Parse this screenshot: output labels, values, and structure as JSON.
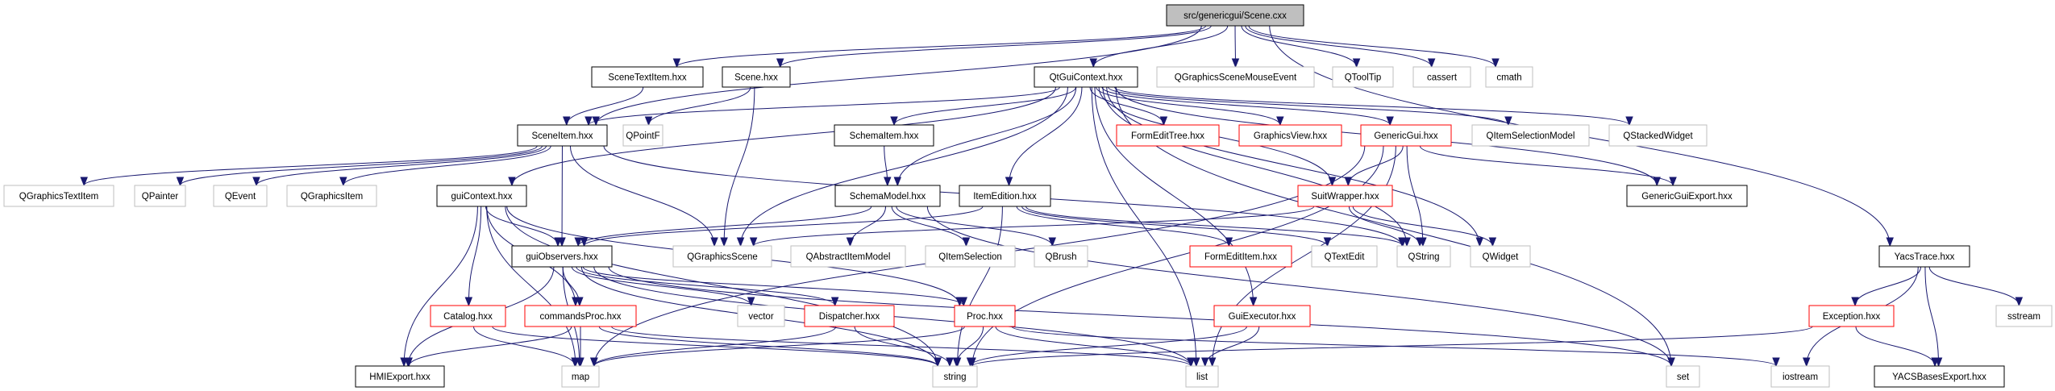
{
  "title": "src/genericgui/Scene.cxx include dependency graph",
  "colors": {
    "edge": "#191970",
    "root_fill": "#bfbfbf",
    "documented_border": "#000000",
    "undocumented_border": "#ff0000",
    "external_border": "#bfbfbf"
  },
  "nodes": [
    {
      "id": "scene_cxx",
      "label": "src/genericgui/Scene.cxx",
      "kind": "root"
    },
    {
      "id": "scenetextitem",
      "label": "SceneTextItem.hxx",
      "kind": "doc"
    },
    {
      "id": "scene_hxx",
      "label": "Scene.hxx",
      "kind": "doc"
    },
    {
      "id": "qtguicontext",
      "label": "QtGuiContext.hxx",
      "kind": "doc"
    },
    {
      "id": "qgsmouseevent",
      "label": "QGraphicsSceneMouseEvent",
      "kind": "ext"
    },
    {
      "id": "qtooltip",
      "label": "QToolTip",
      "kind": "ext"
    },
    {
      "id": "cassert",
      "label": "cassert",
      "kind": "ext"
    },
    {
      "id": "cmath",
      "label": "cmath",
      "kind": "ext"
    },
    {
      "id": "sceneitem",
      "label": "SceneItem.hxx",
      "kind": "doc"
    },
    {
      "id": "qpointf",
      "label": "QPointF",
      "kind": "ext"
    },
    {
      "id": "schemaitem",
      "label": "SchemaItem.hxx",
      "kind": "doc"
    },
    {
      "id": "formedittree",
      "label": "FormEditTree.hxx",
      "kind": "undoc"
    },
    {
      "id": "graphicsview",
      "label": "GraphicsView.hxx",
      "kind": "undoc"
    },
    {
      "id": "genericgui",
      "label": "GenericGui.hxx",
      "kind": "undoc"
    },
    {
      "id": "qitemselectionmodel",
      "label": "QItemSelectionModel",
      "kind": "ext"
    },
    {
      "id": "qstackedwidget",
      "label": "QStackedWidget",
      "kind": "ext"
    },
    {
      "id": "qgraphicstextitem",
      "label": "QGraphicsTextItem",
      "kind": "ext"
    },
    {
      "id": "qpainter",
      "label": "QPainter",
      "kind": "ext"
    },
    {
      "id": "qevent",
      "label": "QEvent",
      "kind": "ext"
    },
    {
      "id": "qgraphicsitem",
      "label": "QGraphicsItem",
      "kind": "ext"
    },
    {
      "id": "guicontext",
      "label": "guiContext.hxx",
      "kind": "doc"
    },
    {
      "id": "schemamodel",
      "label": "SchemaModel.hxx",
      "kind": "doc"
    },
    {
      "id": "itemedition",
      "label": "ItemEdition.hxx",
      "kind": "doc"
    },
    {
      "id": "suitwrapper",
      "label": "SuitWrapper.hxx",
      "kind": "undoc"
    },
    {
      "id": "genericguiexport",
      "label": "GenericGuiExport.hxx",
      "kind": "doc"
    },
    {
      "id": "guiobservers",
      "label": "guiObservers.hxx",
      "kind": "doc"
    },
    {
      "id": "qgraphicsscene",
      "label": "QGraphicsScene",
      "kind": "ext"
    },
    {
      "id": "qabstractitemmodel",
      "label": "QAbstractItemModel",
      "kind": "ext"
    },
    {
      "id": "qitemselection",
      "label": "QItemSelection",
      "kind": "ext"
    },
    {
      "id": "qbrush",
      "label": "QBrush",
      "kind": "ext"
    },
    {
      "id": "formedititem",
      "label": "FormEditItem.hxx",
      "kind": "undoc"
    },
    {
      "id": "qtextedit",
      "label": "QTextEdit",
      "kind": "ext"
    },
    {
      "id": "qstring",
      "label": "QString",
      "kind": "ext"
    },
    {
      "id": "qwidget",
      "label": "QWidget",
      "kind": "ext"
    },
    {
      "id": "yacstrace",
      "label": "YacsTrace.hxx",
      "kind": "doc"
    },
    {
      "id": "catalog",
      "label": "Catalog.hxx",
      "kind": "undoc"
    },
    {
      "id": "commandsproc",
      "label": "commandsProc.hxx",
      "kind": "undoc"
    },
    {
      "id": "vector",
      "label": "vector",
      "kind": "ext"
    },
    {
      "id": "dispatcher",
      "label": "Dispatcher.hxx",
      "kind": "undoc"
    },
    {
      "id": "proc",
      "label": "Proc.hxx",
      "kind": "undoc"
    },
    {
      "id": "guiexecutor",
      "label": "GuiExecutor.hxx",
      "kind": "undoc"
    },
    {
      "id": "exception",
      "label": "Exception.hxx",
      "kind": "undoc"
    },
    {
      "id": "sstream",
      "label": "sstream",
      "kind": "ext"
    },
    {
      "id": "hmiexport",
      "label": "HMIExport.hxx",
      "kind": "doc"
    },
    {
      "id": "map",
      "label": "map",
      "kind": "ext"
    },
    {
      "id": "string",
      "label": "string",
      "kind": "ext"
    },
    {
      "id": "list",
      "label": "list",
      "kind": "ext"
    },
    {
      "id": "set",
      "label": "set",
      "kind": "ext"
    },
    {
      "id": "iostream",
      "label": "iostream",
      "kind": "ext"
    },
    {
      "id": "yacsbasesexport",
      "label": "YACSBasesExport.hxx",
      "kind": "doc"
    }
  ],
  "edges": [
    [
      "scene_cxx",
      "sceneitem"
    ],
    [
      "scene_cxx",
      "scenetextitem"
    ],
    [
      "scene_cxx",
      "scene_hxx"
    ],
    [
      "scene_cxx",
      "qtguicontext"
    ],
    [
      "scene_cxx",
      "qgsmouseevent"
    ],
    [
      "scene_cxx",
      "qtooltip"
    ],
    [
      "scene_cxx",
      "cassert"
    ],
    [
      "scene_cxx",
      "cmath"
    ],
    [
      "scene_cxx",
      "yacstrace"
    ],
    [
      "scenetextitem",
      "sceneitem"
    ],
    [
      "scene_hxx",
      "qpointf"
    ],
    [
      "scene_hxx",
      "qgraphicsscene"
    ],
    [
      "qtguicontext",
      "sceneitem"
    ],
    [
      "qtguicontext",
      "schemaitem"
    ],
    [
      "qtguicontext",
      "formedittree"
    ],
    [
      "qtguicontext",
      "graphicsview"
    ],
    [
      "qtguicontext",
      "genericgui"
    ],
    [
      "qtguicontext",
      "qitemselectionmodel"
    ],
    [
      "qtguicontext",
      "qstackedwidget"
    ],
    [
      "qtguicontext",
      "guicontext"
    ],
    [
      "qtguicontext",
      "schemamodel"
    ],
    [
      "qtguicontext",
      "itemedition"
    ],
    [
      "qtguicontext",
      "suitwrapper"
    ],
    [
      "qtguicontext",
      "genericguiexport"
    ],
    [
      "qtguicontext",
      "qgraphicsscene"
    ],
    [
      "qtguicontext",
      "qstring"
    ],
    [
      "qtguicontext",
      "qwidget"
    ],
    [
      "qtguicontext",
      "guiexecutor"
    ],
    [
      "qtguicontext",
      "set"
    ],
    [
      "qtguicontext",
      "list"
    ],
    [
      "sceneitem",
      "qgraphicstextitem"
    ],
    [
      "sceneitem",
      "qpainter"
    ],
    [
      "sceneitem",
      "qevent"
    ],
    [
      "sceneitem",
      "qgraphicsitem"
    ],
    [
      "sceneitem",
      "guiobservers"
    ],
    [
      "sceneitem",
      "qgraphicsscene"
    ],
    [
      "sceneitem",
      "qstring"
    ],
    [
      "schemaitem",
      "schemamodel"
    ],
    [
      "genericgui",
      "suitwrapper"
    ],
    [
      "genericgui",
      "genericguiexport"
    ],
    [
      "genericgui",
      "qstring"
    ],
    [
      "genericgui",
      "string"
    ],
    [
      "genericgui",
      "list"
    ],
    [
      "genericgui",
      "map"
    ],
    [
      "guicontext",
      "guiobservers"
    ],
    [
      "guicontext",
      "catalog"
    ],
    [
      "guicontext",
      "commandsproc"
    ],
    [
      "guicontext",
      "hmiexport"
    ],
    [
      "guicontext",
      "map"
    ],
    [
      "guicontext",
      "string"
    ],
    [
      "guicontext",
      "proc"
    ],
    [
      "schemamodel",
      "guiobservers"
    ],
    [
      "schemamodel",
      "qabstractitemmodel"
    ],
    [
      "schemamodel",
      "qitemselection"
    ],
    [
      "schemamodel",
      "qbrush"
    ],
    [
      "schemamodel",
      "set"
    ],
    [
      "itemedition",
      "guiobservers"
    ],
    [
      "itemedition",
      "formedititem"
    ],
    [
      "itemedition",
      "qtextedit"
    ],
    [
      "itemedition",
      "qstring"
    ],
    [
      "itemedition",
      "string"
    ],
    [
      "suitwrapper",
      "qgraphicsscene"
    ],
    [
      "suitwrapper",
      "qstring"
    ],
    [
      "suitwrapper",
      "qwidget"
    ],
    [
      "guiobservers",
      "commandsproc"
    ],
    [
      "guiobservers",
      "vector"
    ],
    [
      "guiobservers",
      "dispatcher"
    ],
    [
      "guiobservers",
      "proc"
    ],
    [
      "guiobservers",
      "hmiexport"
    ],
    [
      "guiobservers",
      "map"
    ],
    [
      "guiobservers",
      "string"
    ],
    [
      "guiobservers",
      "list"
    ],
    [
      "guiobservers",
      "set"
    ],
    [
      "catalog",
      "map"
    ],
    [
      "catalog",
      "string"
    ],
    [
      "commandsproc",
      "map"
    ],
    [
      "commandsproc",
      "hmiexport"
    ],
    [
      "commandsproc",
      "string"
    ],
    [
      "commandsproc",
      "list"
    ],
    [
      "dispatcher",
      "map"
    ],
    [
      "dispatcher",
      "string"
    ],
    [
      "proc",
      "map"
    ],
    [
      "proc",
      "string"
    ],
    [
      "proc",
      "list"
    ],
    [
      "proc",
      "iostream"
    ],
    [
      "guiexecutor",
      "string"
    ],
    [
      "guiexecutor",
      "list"
    ],
    [
      "yacstrace",
      "exception"
    ],
    [
      "yacstrace",
      "sstream"
    ],
    [
      "yacstrace",
      "iostream"
    ],
    [
      "yacstrace",
      "yacsbasesexport"
    ],
    [
      "exception",
      "string"
    ],
    [
      "exception",
      "yacsbasesexport"
    ]
  ]
}
